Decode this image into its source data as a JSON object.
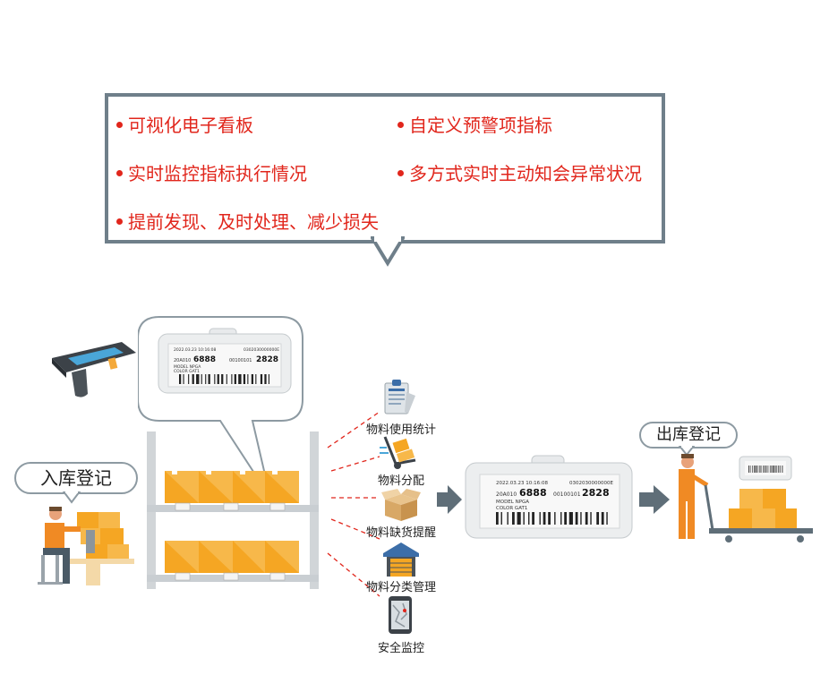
{
  "features": {
    "left": [
      "可视化电子看板",
      "实时监控指标执行情况",
      "提前发现、及时处理、减少损失"
    ],
    "right": [
      "自定义预警项指标",
      "多方式实时主动知会异常状况"
    ]
  },
  "labels": {
    "inbound": "入库登记",
    "outbound": "出库登记"
  },
  "materials": [
    {
      "label": "物料使用统计",
      "icon": "clipboard-icon"
    },
    {
      "label": "物料分配",
      "icon": "hand-truck-icon"
    },
    {
      "label": "物料缺货提醒",
      "icon": "open-box-icon"
    },
    {
      "label": "物料分类管理",
      "icon": "warehouse-icon"
    },
    {
      "label": "安全监控",
      "icon": "phone-map-icon"
    }
  ],
  "esl_tag": {
    "datetime": "2022.03.23 10:16:08",
    "code": "0302030000000E",
    "left_small": "20A010",
    "left_big": "6888",
    "mid_small": "00100101",
    "right_big": "2828",
    "model": "MODEL  NPGA",
    "color": "COLOR  GAT1"
  },
  "colors": {
    "feature_red": "#e1261c",
    "callout_border": "#6f7f8a",
    "box_orange": "#f5a623",
    "shelf_gray": "#c9ced2",
    "arrow_gray": "#5f6e78",
    "dashed_red": "#e1261c"
  }
}
